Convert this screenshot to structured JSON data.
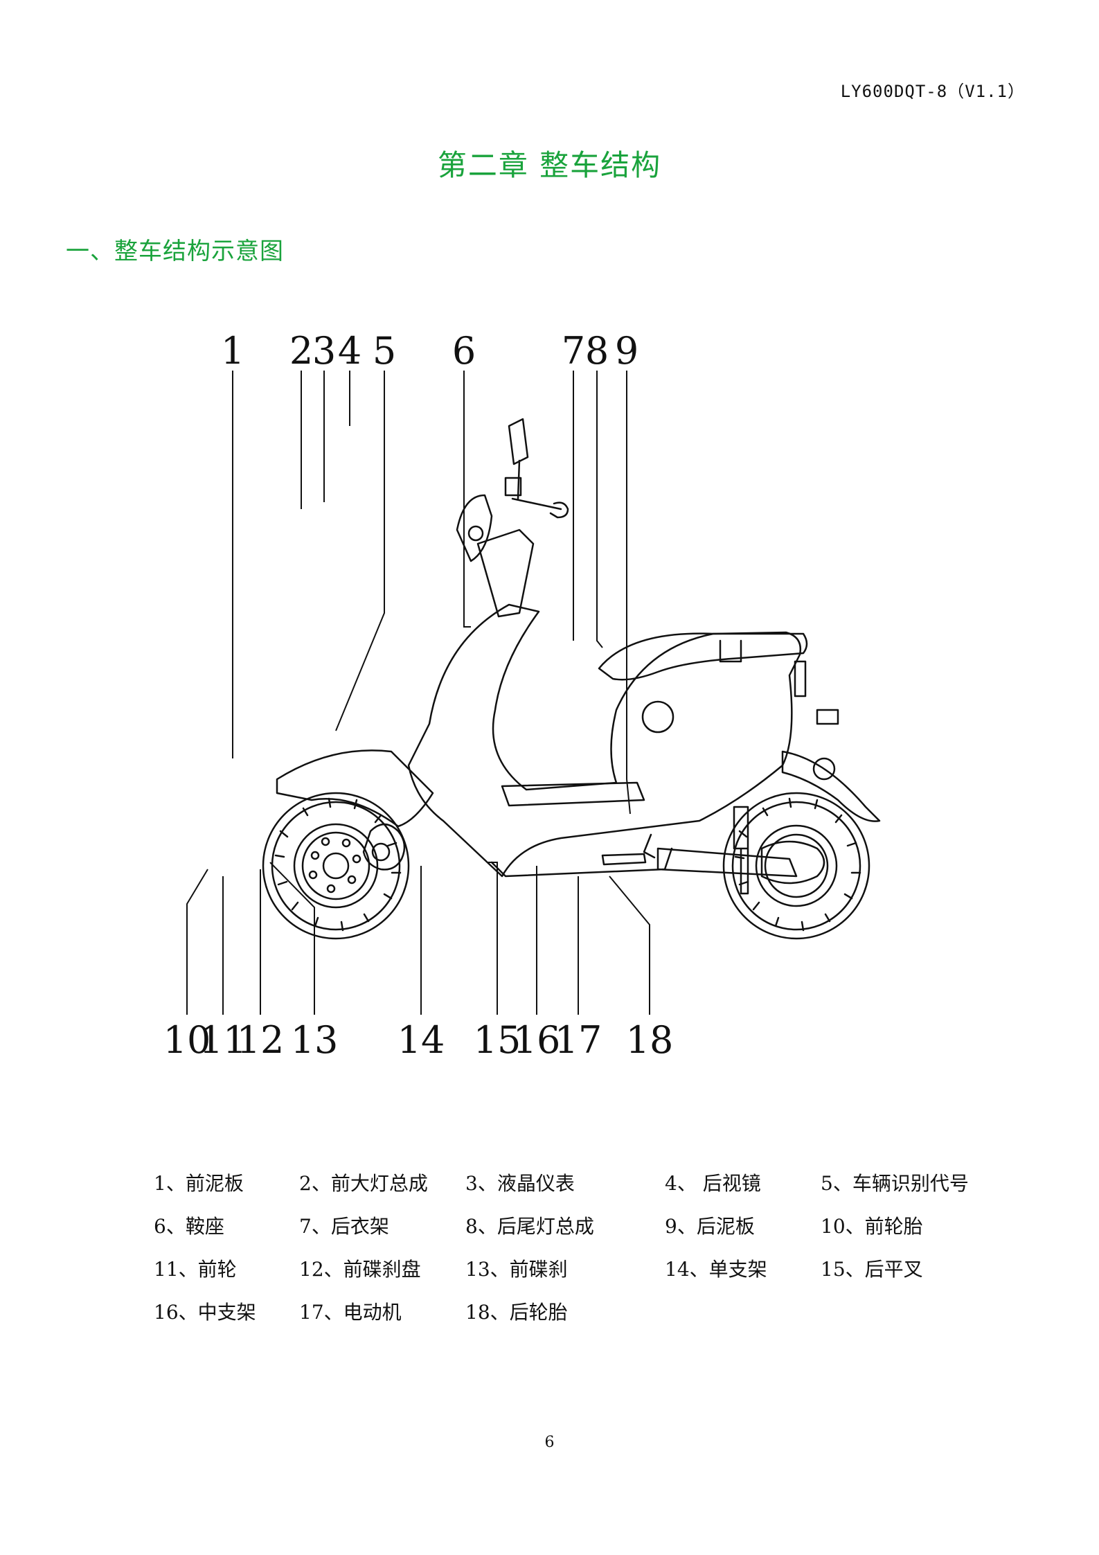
{
  "header": {
    "doc_code": "LY600DQT-8（V1.1）"
  },
  "chapter_title": "第二章   整车结构",
  "section_title": "一、整车结构示意图",
  "diagram": {
    "callouts_top": [
      "1",
      "2",
      "3",
      "4",
      "5",
      "6",
      "7",
      "8",
      "9"
    ],
    "callouts_bottom": [
      "10",
      "11",
      "12",
      "13",
      "14",
      "15",
      "16",
      "17",
      "18"
    ]
  },
  "legend": {
    "rows": [
      [
        "1、前泥板",
        "2、前大灯总成",
        "3、液晶仪表",
        "4、 后视镜",
        "5、车辆识别代号"
      ],
      [
        "6、鞍座",
        "7、后衣架",
        "8、后尾灯总成",
        "9、后泥板",
        "10、前轮胎"
      ],
      [
        "11、前轮",
        "12、前碟刹盘",
        "13、前碟刹",
        "14、单支架",
        "15、后平叉"
      ],
      [
        "16、中支架",
        "17、电动机",
        "18、后轮胎",
        "",
        ""
      ]
    ]
  },
  "page_number": "6"
}
